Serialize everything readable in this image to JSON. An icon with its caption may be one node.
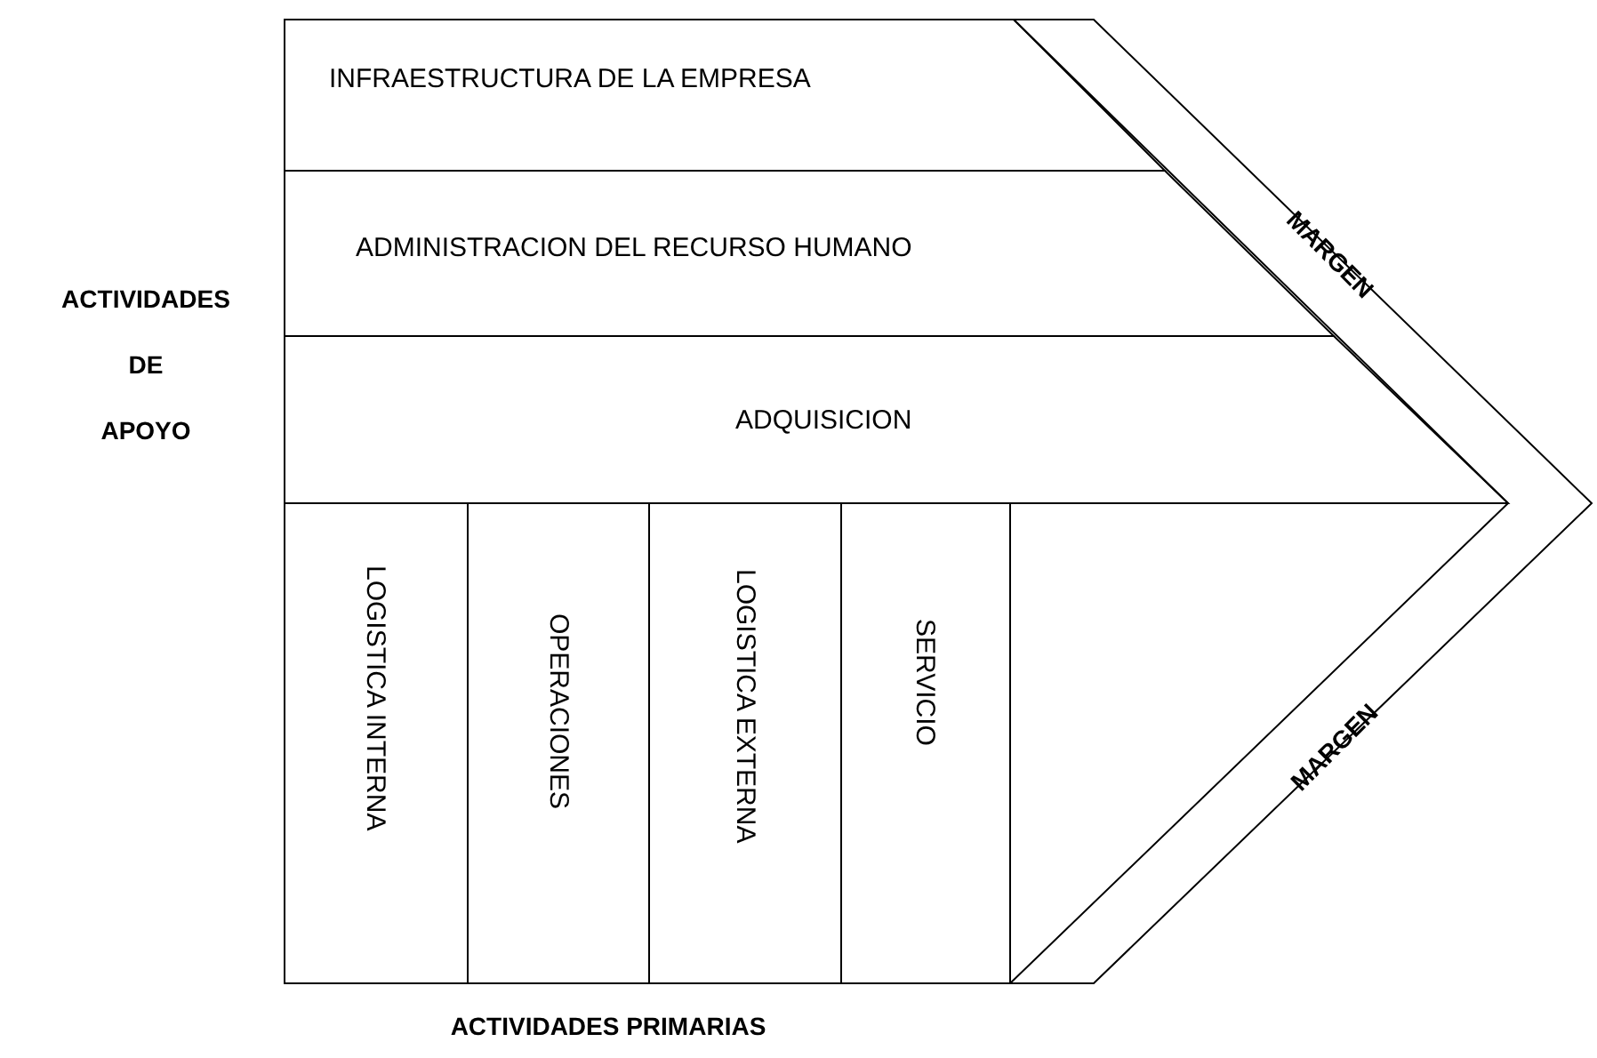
{
  "diagram": {
    "nodes": [
      {
        "text": [
          "INFRAESTRUCTURA DE LA EMPRESA"
        ]
      },
      {
        "text": [
          "ADMINISTRACION DEL RECURSO HUMANO"
        ]
      },
      {
        "text": [
          "ADQUISICION"
        ]
      },
      {
        "text": [
          "LOGISTICA INTERNA"
        ]
      },
      {
        "text": [
          "OPERACIONES"
        ]
      },
      {
        "text": [
          "LOGISTICA EXTERNA"
        ]
      },
      {
        "text": [
          "SERVICIO"
        ]
      },
      {
        "text": [
          "MARGEN",
          "MARGEN"
        ]
      }
    ],
    "labels": [
      "ACTIVIDADES DE APOYO",
      "ACTIVIDADES PRIMARIAS"
    ]
  }
}
